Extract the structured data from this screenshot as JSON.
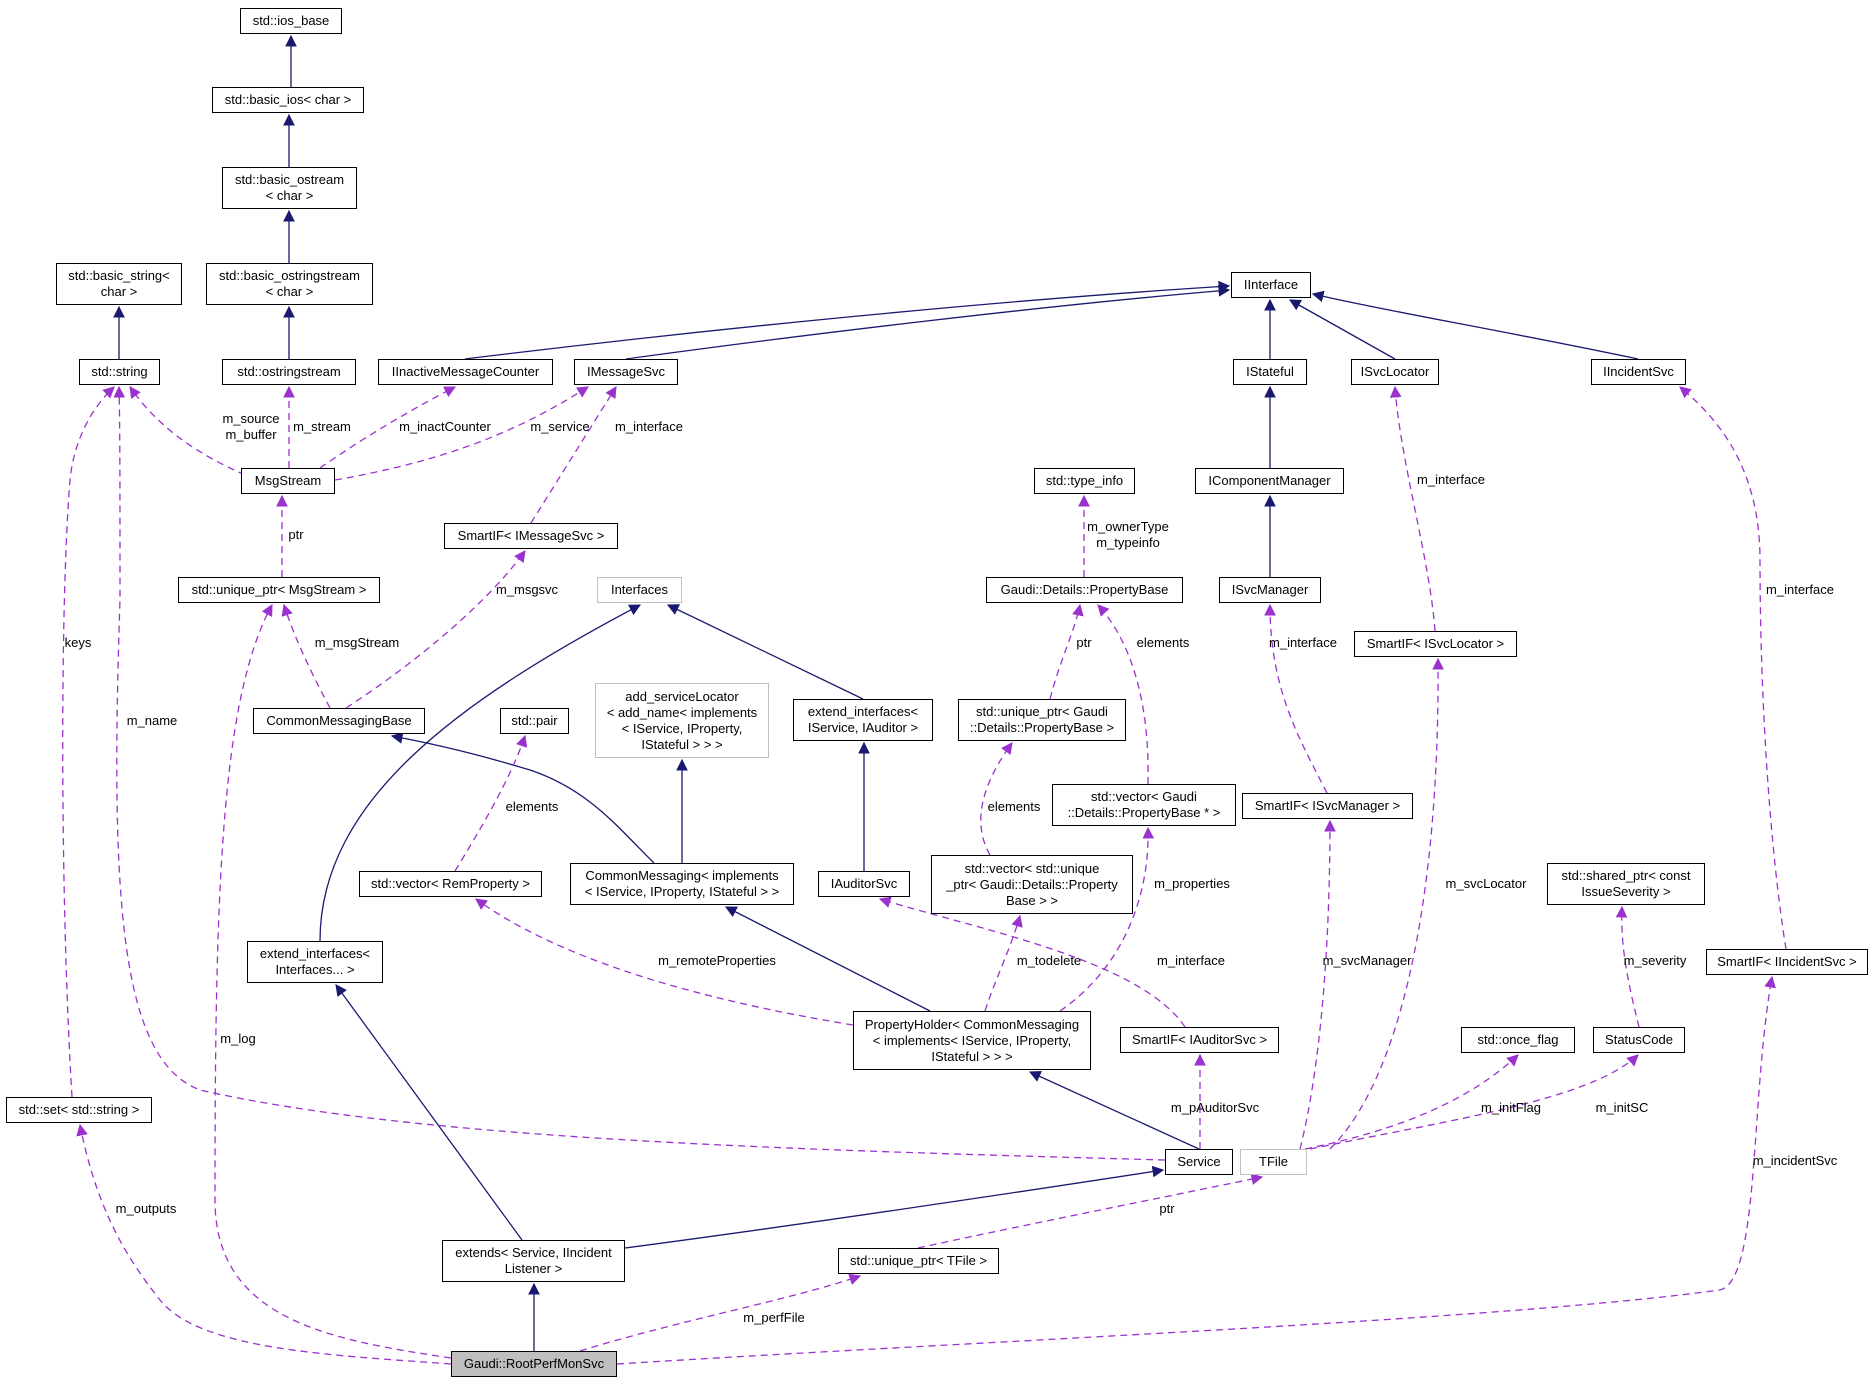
{
  "diagram": {
    "nodes": {
      "ios_base": "std::ios_base",
      "basic_ios": "std::basic_ios< char >",
      "basic_ostream": "std::basic_ostream\n< char >",
      "basic_string": "std::basic_string<\nchar >",
      "basic_ostringstream": "std::basic_ostringstream\n< char >",
      "std_string": "std::string",
      "ostringstream": "std::ostringstream",
      "iinactive": "IInactiveMessageCounter",
      "imessagesvc": "IMessageSvc",
      "iinterface": "IInterface",
      "istateful": "IStateful",
      "isvclocator": "ISvcLocator",
      "iincidentsvc": "IIncidentSvc",
      "msgstream": "MsgStream",
      "type_info": "std::type_info",
      "icomponentmanager": "IComponentManager",
      "smartif_msgsvc": "SmartIF< IMessageSvc >",
      "unique_ptr_msgstream": "std::unique_ptr< MsgStream >",
      "interfaces": "Interfaces",
      "propertybase": "Gaudi::Details::PropertyBase",
      "isvcmanager": "ISvcManager",
      "smartif_svclocator": "SmartIF< ISvcLocator >",
      "add_servicelocator": "add_serviceLocator\n< add_name< implements\n< IService, IProperty,\nIStateful > > >",
      "extend_interfaces_auditor": "extend_interfaces<\nIService, IAuditor >",
      "unique_ptr_propertybase": "std::unique_ptr< Gaudi\n::Details::PropertyBase >",
      "commonmessagingbase": "CommonMessagingBase",
      "std_pair": "std::pair",
      "vector_propertybase_ptr": "std::vector< Gaudi\n::Details::PropertyBase * >",
      "smartif_svcmanager": "SmartIF< ISvcManager >",
      "vector_remproperty": "std::vector< RemProperty >",
      "commonmessaging": "CommonMessaging< implements\n< IService, IProperty, IStateful > >",
      "iauditorsvc": "IAuditorSvc",
      "vector_unique_ptr": "std::vector< std::unique\n_ptr< Gaudi::Details::Property\nBase > >",
      "shared_ptr_issue": "std::shared_ptr< const\nIssueSeverity >",
      "extend_interfaces_variadic": "extend_interfaces<\nInterfaces... >",
      "smartif_incidentsvc": "SmartIF< IIncidentSvc >",
      "propertyholder": "PropertyHolder< CommonMessaging\n< implements< IService, IProperty,\nIStateful > > >",
      "smartif_auditorsvc": "SmartIF< IAuditorSvc >",
      "once_flag": "std::once_flag",
      "statuscode": "StatusCode",
      "std_set": "std::set< std::string >",
      "service": "Service",
      "tfile": "TFile",
      "extends": "extends< Service, IIncident\nListener >",
      "unique_ptr_tfile": "std::unique_ptr< TFile >",
      "rootperfmonsvc": "Gaudi::RootPerfMonSvc"
    },
    "edge_labels": {
      "m_source_buffer": "m_source\nm_buffer",
      "m_stream": "m_stream",
      "m_inactcounter": "m_inactCounter",
      "m_service": "m_service",
      "m_interface_msgsvc": "m_interface",
      "m_interface_svclocator": "m_interface",
      "m_interface_incident": "m_interface",
      "ptr_msgstream": "ptr",
      "m_ownertype": "m_ownerType\nm_typeinfo",
      "m_msgsvc": "m_msgsvc",
      "keys": "keys",
      "m_msgstream": "m_msgStream",
      "ptr_propertybase": "ptr",
      "elements_propbase": "elements",
      "m_interface_svcmanager": "m_interface",
      "m_name": "m_name",
      "elements_pair": "elements",
      "elements_unique": "elements",
      "m_properties": "m_properties",
      "m_svclocator": "m_svcLocator",
      "m_remoteproperties": "m_remoteProperties",
      "m_todelete": "m_todelete",
      "m_interface_auditor": "m_interface",
      "m_svcmanager": "m_svcManager",
      "m_severity": "m_severity",
      "m_log": "m_log",
      "m_pauditorsvc": "m_pAuditorSvc",
      "m_initflag": "m_initFlag",
      "m_initsc": "m_initSC",
      "m_incidentsvc": "m_incidentSvc",
      "m_outputs": "m_outputs",
      "ptr_tfile": "ptr",
      "m_perffile": "m_perfFile"
    },
    "colors": {
      "inheritance": "#191970",
      "usage": "#9a32cd",
      "root_fill": "#bfbfbf",
      "undocumented_border": "#bfbfbf"
    }
  }
}
